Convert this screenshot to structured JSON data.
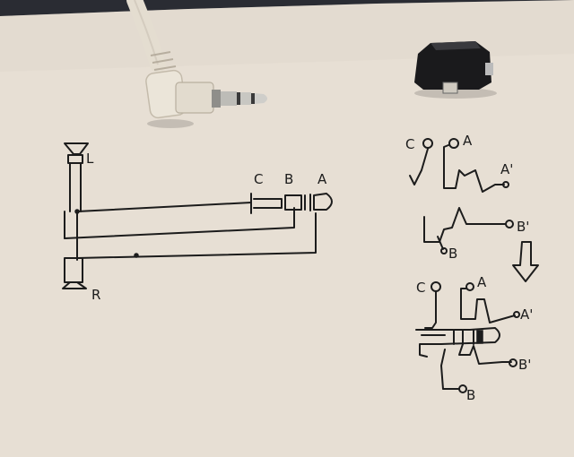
{
  "photo": {
    "paper_color": "#e7dfd4",
    "background_color": "#2a2c33",
    "ink_color": "#1c1c1c"
  },
  "drawing": {
    "labels": {
      "left_speaker": "L",
      "right_speaker": "R",
      "plug_c": "C",
      "plug_b": "B",
      "plug_a": "A",
      "jack_c": "C",
      "jack_a": "A",
      "jack_a_prime": "A'",
      "jack_b_prime": "B'",
      "jack_b": "B",
      "combined_c": "C",
      "combined_a": "A",
      "combined_a_prime": "A'",
      "combined_b_prime": "B'",
      "combined_b": "B"
    }
  }
}
